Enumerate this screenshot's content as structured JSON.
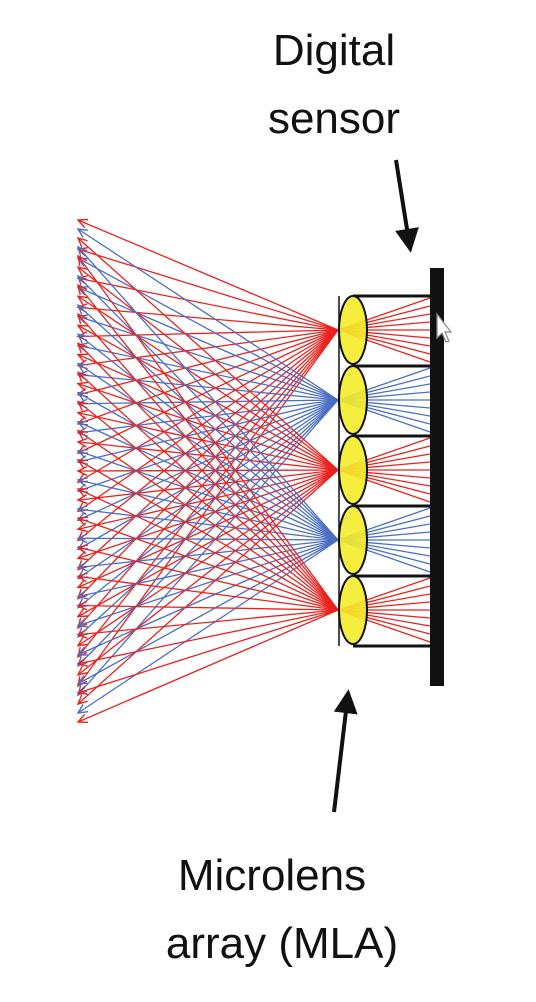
{
  "labels": {
    "sensor_line1": "Digital",
    "sensor_line2": "sensor",
    "mla_line1": "Microlens",
    "mla_line2": "array (MLA)"
  },
  "colors": {
    "red_ray": "#e8231f",
    "blue_ray": "#4a6fc4",
    "lens_fill": "#f4ec2a",
    "sensor": "#111111",
    "arrow": "#111111",
    "background": "#ffffff"
  },
  "microlenses": [
    {
      "index": 1,
      "ray_color": "red"
    },
    {
      "index": 2,
      "ray_color": "blue"
    },
    {
      "index": 3,
      "ray_color": "red"
    },
    {
      "index": 4,
      "ray_color": "blue"
    },
    {
      "index": 5,
      "ray_color": "red"
    }
  ]
}
